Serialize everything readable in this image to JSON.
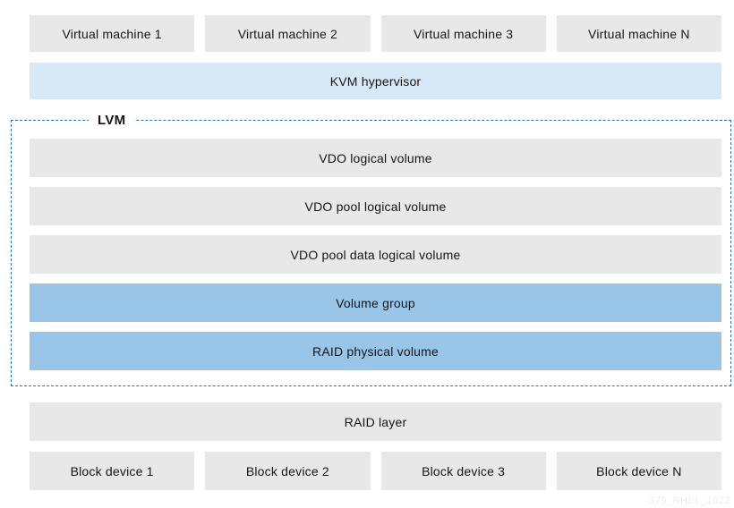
{
  "diagram": {
    "vm_row": {
      "vm1": "Virtual machine 1",
      "vm2": "Virtual machine 2",
      "vm3": "Virtual machine 3",
      "vmN": "Virtual machine N"
    },
    "kvm_label": "KVM hypervisor",
    "lvm_group": {
      "label": "LVM",
      "layers": {
        "vdo_lv": "VDO logical volume",
        "vdo_pool_lv": "VDO pool logical volume",
        "vdo_pool_data_lv": "VDO pool data logical volume",
        "volume_group": "Volume group",
        "raid_pv": "RAID physical volume"
      }
    },
    "raid_label": "RAID layer",
    "block_row": {
      "bd1": "Block device 1",
      "bd2": "Block device 2",
      "bd3": "Block device 3",
      "bdN": "Block device N"
    },
    "watermark": "375_RHEL_1022",
    "colors": {
      "box_gray": "#e8e8e8",
      "hypervisor_light_blue": "#d7e8f7",
      "lvm_medium_blue": "#99c5e9",
      "dashed_border_blue": "#2b6f9e",
      "text": "#151515",
      "watermark_gray": "#ececec"
    }
  }
}
